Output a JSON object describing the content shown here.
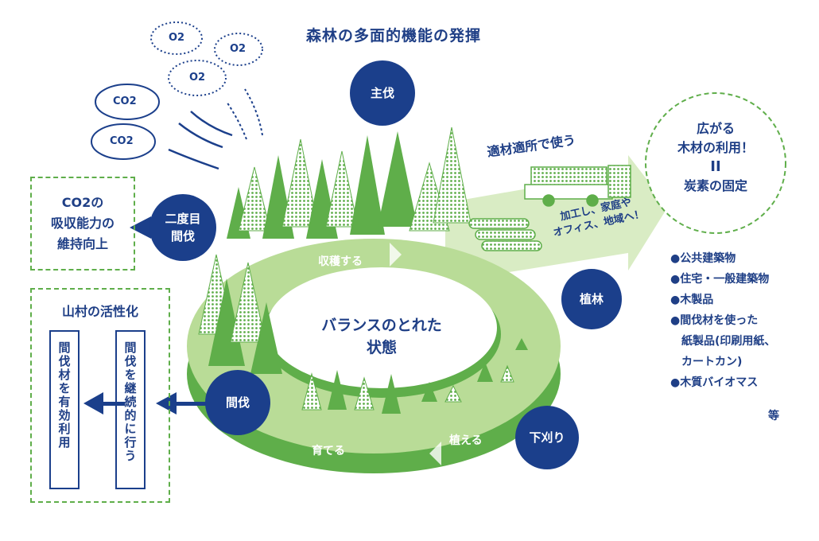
{
  "title": "森林の多面的機能の発揮",
  "center": {
    "line1": "バランスのとれた",
    "line2": "状態"
  },
  "stages": {
    "main_harvest": "主伐",
    "second_thinning_1": "二度目",
    "second_thinning_2": "間伐",
    "planting": "植林",
    "weeding": "下刈り",
    "thinning": "間伐"
  },
  "ring": {
    "harvest": "収穫する",
    "plant": "植える",
    "grow": "育てる"
  },
  "usage": {
    "heading": "適材適所で使う",
    "sub1": "加工し、家庭や",
    "sub2": "オフィス、地域へ！"
  },
  "outcome": {
    "line1": "広がる",
    "line2": "木材の利用！",
    "equals": "II",
    "line3": "炭素の固定"
  },
  "uses": {
    "items": [
      "●公共建築物",
      "●住宅・一般建築物",
      "●木製品",
      "●間伐材を使った",
      "　紙製品(印刷用紙、",
      "　カートカン)",
      "●木質バイオマス"
    ],
    "etc": "等"
  },
  "co2_box": {
    "line1": "CO2の",
    "line2": "吸収能力の",
    "line3": "維持向上"
  },
  "village": {
    "title": "山村の活性化",
    "col1": "間伐を継続的に行う",
    "col2": "間伐材を有効利用"
  },
  "clouds": {
    "o2_a": "O2",
    "o2_b": "O2",
    "o2_c": "O2",
    "co2_a": "CO2",
    "co2_b": "CO2"
  },
  "colors": {
    "navy": "#1b3f8b",
    "green": "#5fae4a",
    "light_green": "#b9dc97",
    "pale_green": "#d9ecc4"
  }
}
